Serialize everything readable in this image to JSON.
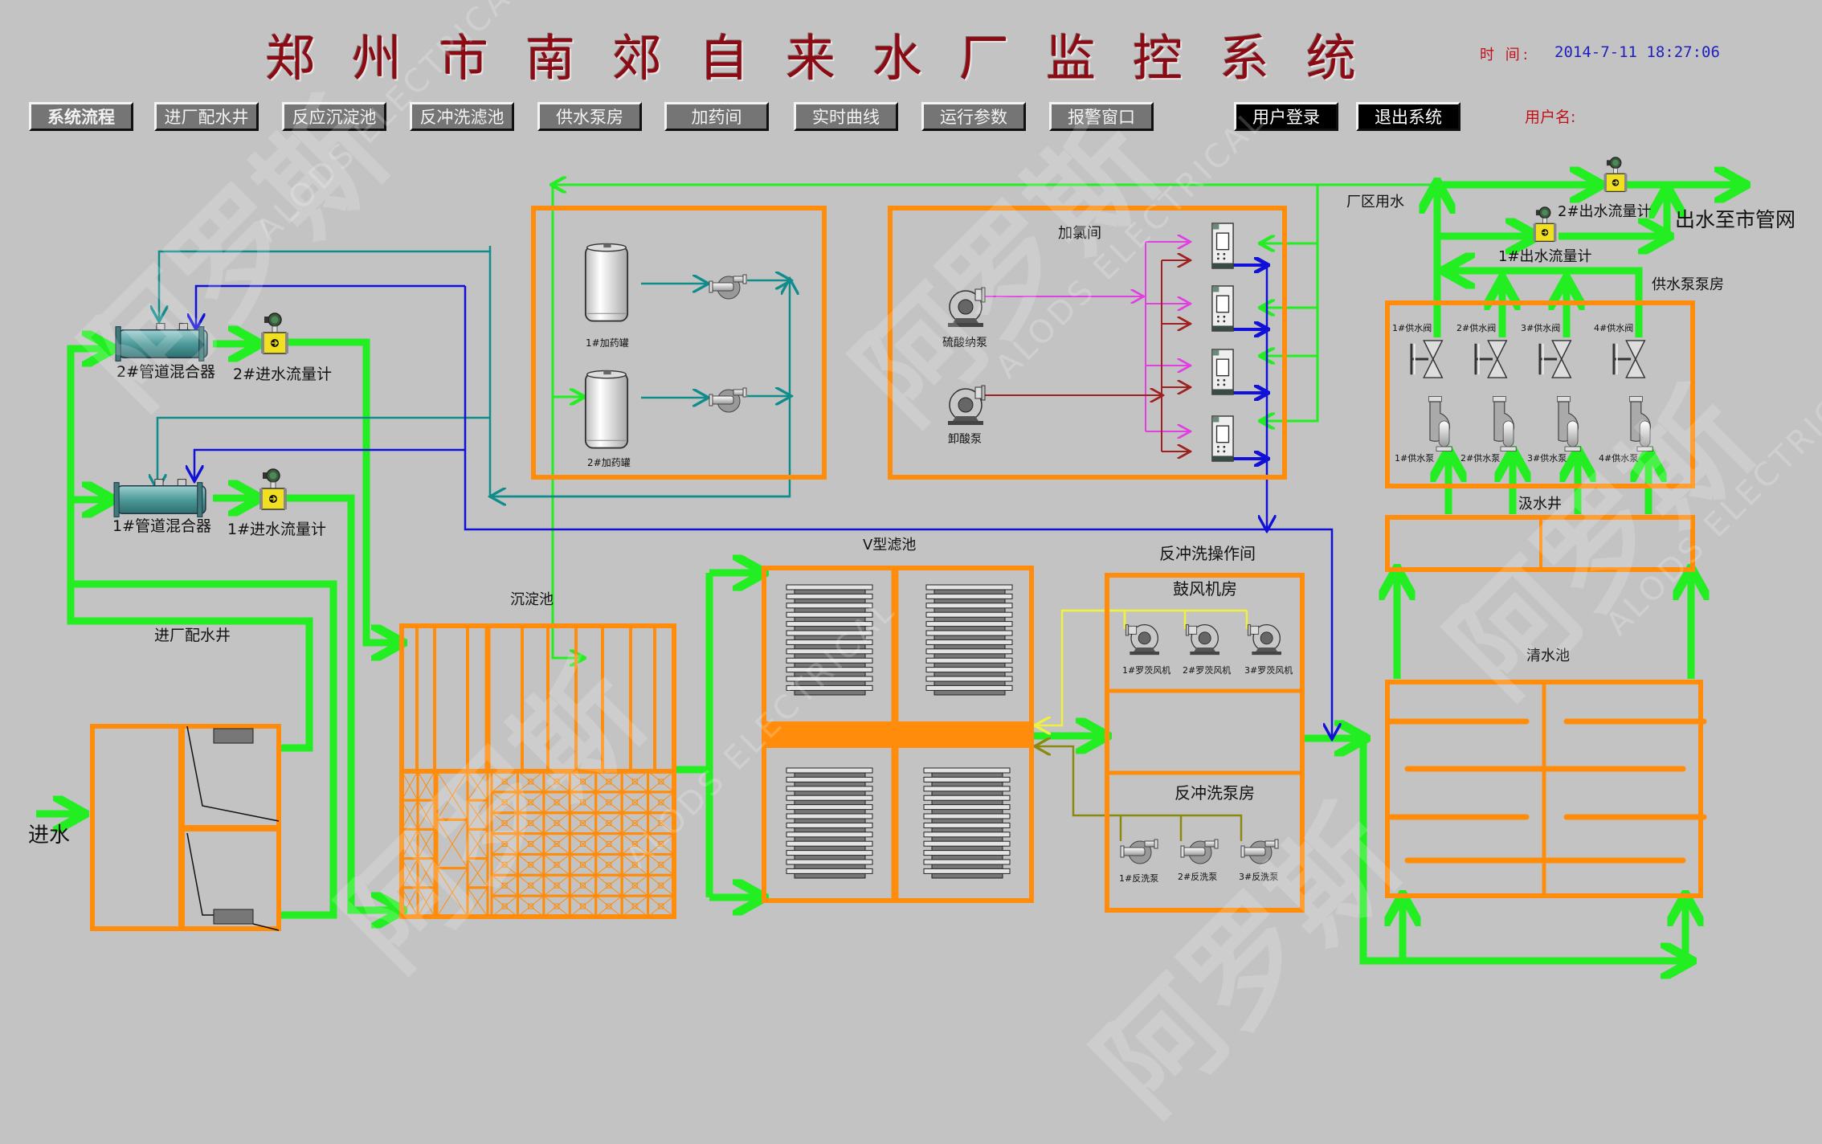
{
  "header": {
    "title": "郑州市南郊自来水厂监控系统",
    "time_label": "时 间:",
    "time_value": "2014-7-11 18:27:06",
    "user_label": "用户名:"
  },
  "nav": {
    "buttons": [
      {
        "label": "系统流程",
        "active": true
      },
      {
        "label": "进厂配水井"
      },
      {
        "label": "反应沉淀池"
      },
      {
        "label": "反冲洗滤池"
      },
      {
        "label": "供水泵房"
      },
      {
        "label": "加药间"
      },
      {
        "label": "实时曲线"
      },
      {
        "label": "运行参数"
      },
      {
        "label": "报警窗口"
      }
    ],
    "login_label": "用户登录",
    "exit_label": "退出系统"
  },
  "colors": {
    "background": "#c3c3c3",
    "water_pipe": "#22ee22",
    "basin_outline": "#ff8c0a",
    "teal_pipe": "#0f8c8c",
    "blue_pipe": "#1010d8",
    "magenta_pipe": "#e040e0",
    "darkred_pipe": "#a02020",
    "yellow_pipe": "#f0f040",
    "olive_pipe": "#8a8a10",
    "title": "#8b0a14"
  },
  "intake": {
    "inlet_label": "进水",
    "distribution_well_label": "进厂配水井",
    "mixer_1_label": "1#管道混合器",
    "mixer_2_label": "2#管道混合器",
    "inflow_meter_1_label": "1#进水流量计",
    "inflow_meter_2_label": "2#进水流量计"
  },
  "dosing": {
    "tank_1_label": "1#加药罐",
    "tank_2_label": "2#加药罐"
  },
  "chlorination": {
    "room_label": "加氯间",
    "pump_1_label": "硫酸纳泵",
    "pump_2_label": "卸酸泵"
  },
  "sedimentation": {
    "label": "沉淀池"
  },
  "v_filter": {
    "label": "V型滤池"
  },
  "backwash": {
    "building_label": "反冲洗操作间",
    "blower_room_label": "鼓风机房",
    "blowers": [
      "1#罗茨风机",
      "2#罗茨风机",
      "3#罗茨风机"
    ],
    "pump_room_label": "反冲洗泵房",
    "pumps": [
      "1#反洗泵",
      "2#反洗泵",
      "3#反洗泵"
    ]
  },
  "clear_water": {
    "label": "清水池",
    "suction_well_label": "汲水井"
  },
  "supply": {
    "pump_house_label": "供水泵泵房",
    "valves": [
      "1#供水阀",
      "2#供水阀",
      "3#供水阀",
      "4#供水阀"
    ],
    "pumps": [
      "1#供水泵",
      "2#供水泵",
      "3#供水泵",
      "4#供水泵"
    ],
    "plant_water_label": "厂区用水",
    "outflow_meter_1_label": "1#出水流量计",
    "outflow_meter_2_label": "2#出水流量计",
    "outlet_label": "出水至市管网"
  },
  "watermark": {
    "cn": "阿罗斯",
    "en": "ALODS ELECTRICAL"
  }
}
